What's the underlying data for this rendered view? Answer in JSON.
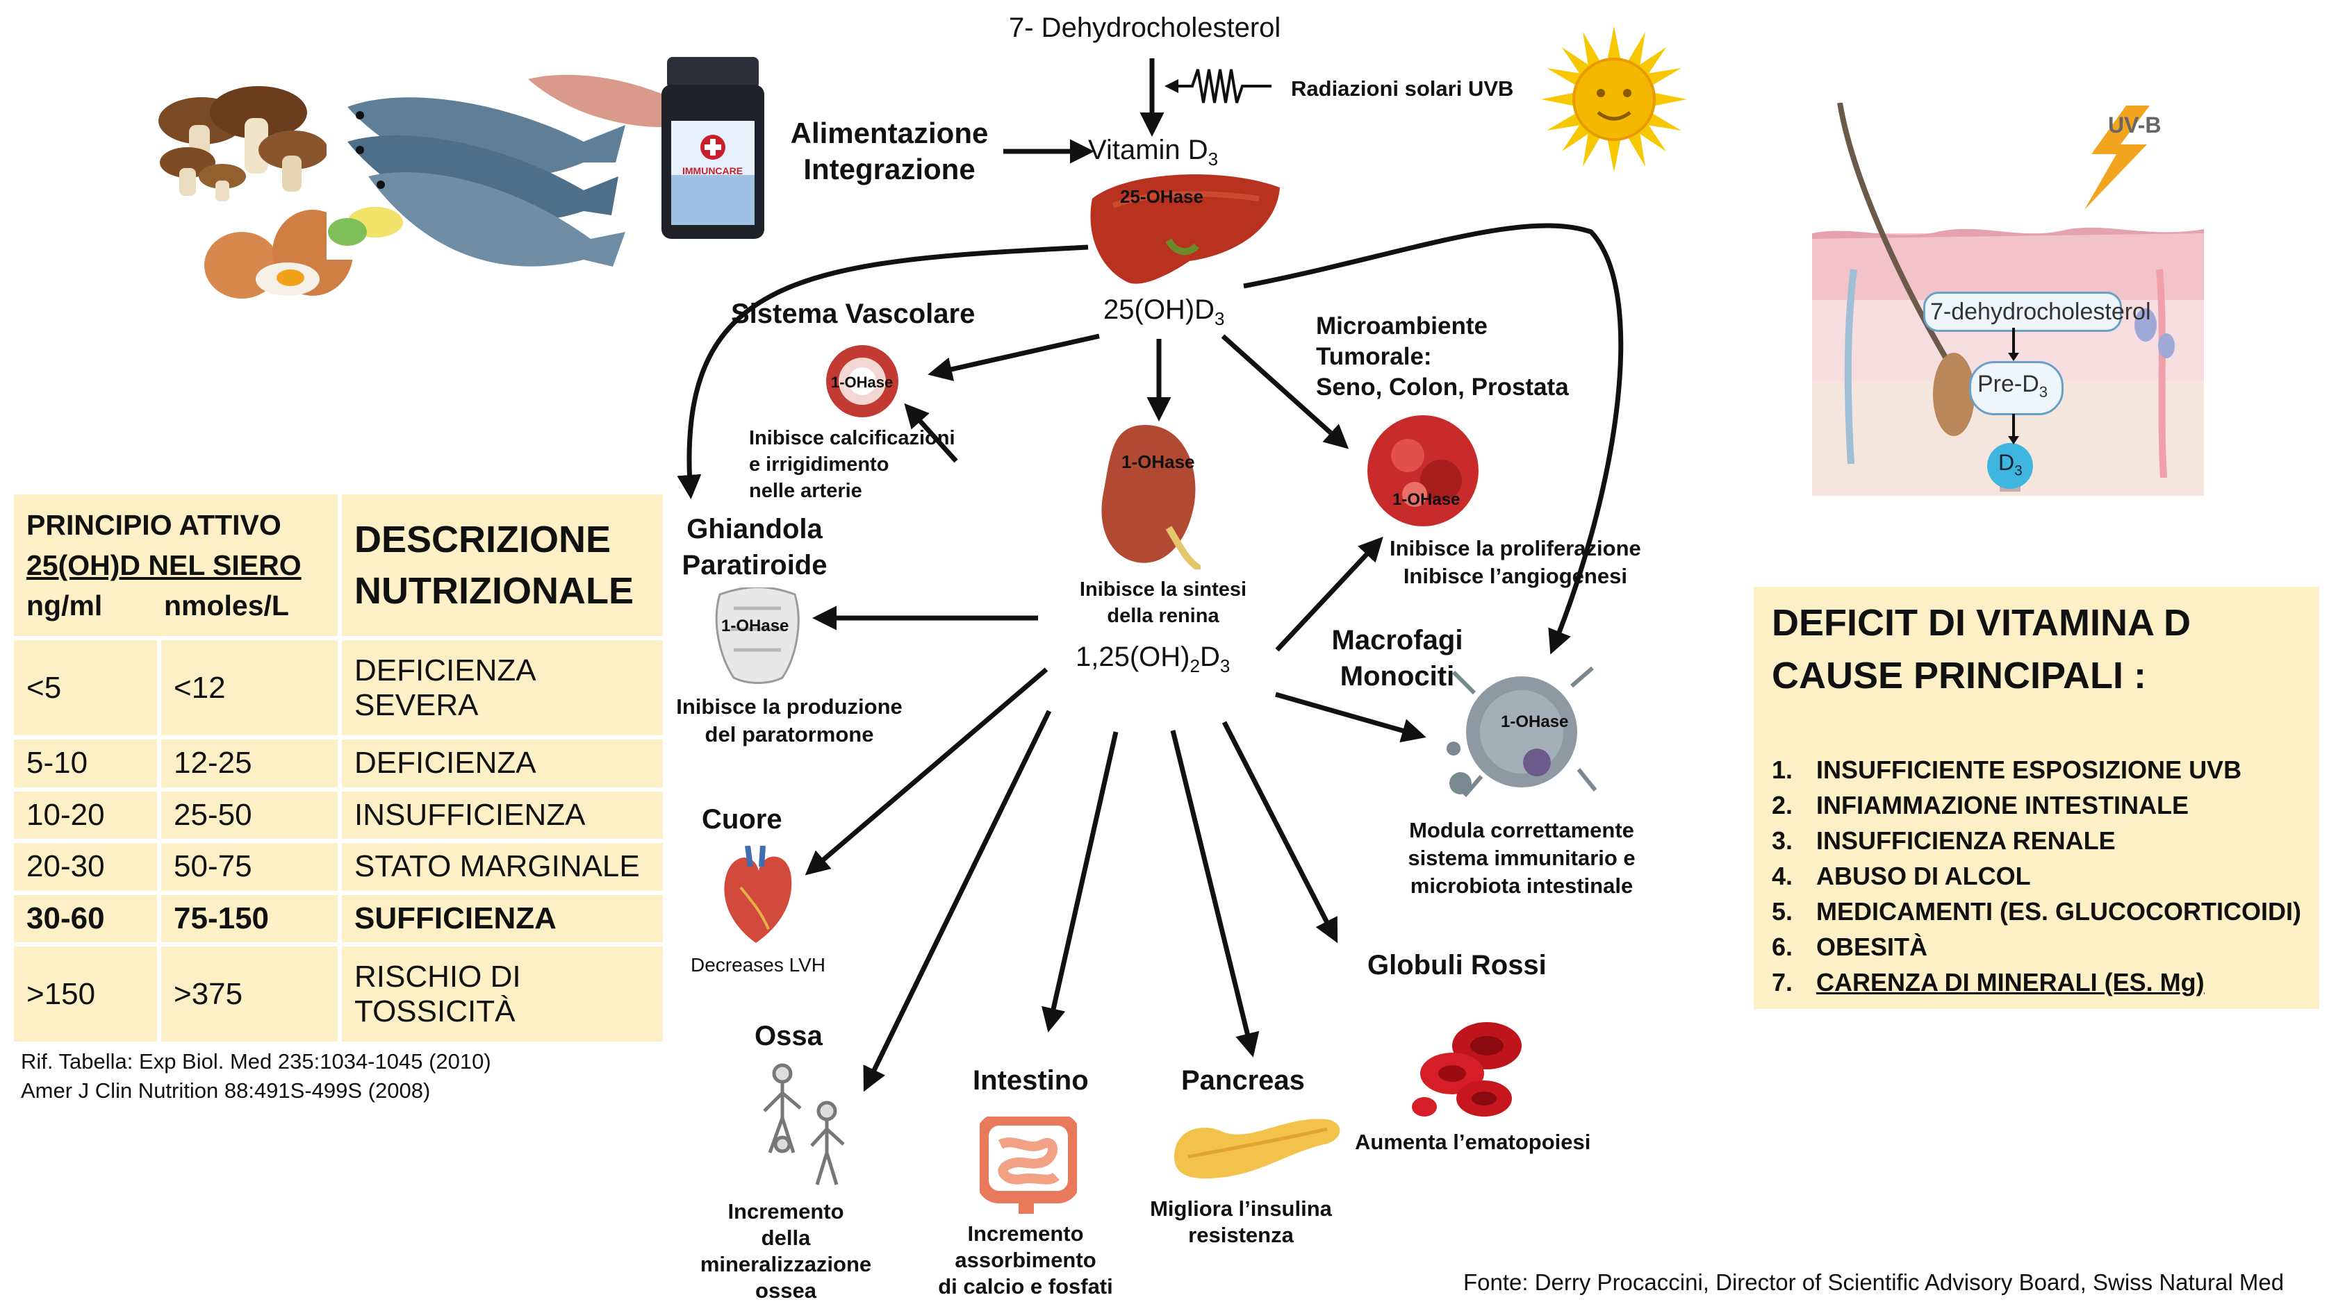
{
  "diagram": {
    "top_compound": "7- Dehydrocholesterol",
    "uvb_label": "Radiazioni solari UVB",
    "diet_label_line1": "Alimentazione",
    "diet_label_line2": "Integrazione",
    "vitamin_d3": "Vitamin D",
    "liver_enzyme": "25-OHase",
    "hydroxy_25": "25(OH)D",
    "kidney_enzyme": "1-OHase",
    "kidney_note_line1": "Inibisce la sintesi",
    "kidney_note_line2": "della renina",
    "calcitriol": "1,25(OH)",
    "calcitriol_tail": "D",
    "subscript_3": "3",
    "subscript_2": "2",
    "vascular": {
      "title": "Sistema Vascolare",
      "enzyme": "1-OHase",
      "note_line1": "Inibisce calcificazioni",
      "note_line2": "e irrigidimento",
      "note_line3": "nelle arterie"
    },
    "tumor": {
      "title_line1": "Microambiente",
      "title_line2": "Tumorale:",
      "title_line3": "Seno, Colon, Prostata",
      "enzyme": "1-OHase",
      "note_line1": "Inibisce la proliferazione",
      "note_line2": "Inibisce l’angiogenesi"
    },
    "parathyroid": {
      "title_line1": "Ghiandola",
      "title_line2": "Paratiroide",
      "enzyme": "1-OHase",
      "note_line1": "Inibisce la produzione",
      "note_line2": "del paratormone"
    },
    "macrophage": {
      "title_line1": "Macrofagi",
      "title_line2": "Monociti",
      "enzyme": "1-OHase",
      "note_line1": "Modula correttamente",
      "note_line2": "sistema immunitario e",
      "note_line3": "microbiota intestinale"
    },
    "heart": {
      "title": "Cuore",
      "note": "Decreases LVH"
    },
    "red_cells": {
      "title": "Globuli Rossi",
      "note": "Aumenta l’ematopoiesi"
    },
    "bones": {
      "title": "Ossa",
      "note_line1": "Incremento",
      "note_line2": "della",
      "note_line3": "mineralizzazione",
      "note_line4": "ossea"
    },
    "intestine": {
      "title": "Intestino",
      "note_line1": "Incremento",
      "note_line2": "assorbimento",
      "note_line3": "di calcio e fosfati"
    },
    "pancreas": {
      "title": "Pancreas",
      "note_line1": "Migliora l’insulina",
      "note_line2": "resistenza"
    },
    "skin_inset": {
      "uvb": "UV-B",
      "compound": "7-dehydrocholesterol",
      "pre": "Pre-D",
      "d3": "D"
    },
    "supplement_label": "IMMUNCARE"
  },
  "table": {
    "header_col1_line1": "PRINCIPIO ATTIVO",
    "header_col1_line2": "25(OH)D NEL SIERO",
    "unit_ng": "ng/ml",
    "unit_nmol": "nmoles/L",
    "header_col2_line1": "DESCRIZIONE",
    "header_col2_line2": "NUTRIZIONALE",
    "rows": [
      {
        "ng": "<5",
        "nmol": "<12",
        "desc": "DEFICIENZA SEVERA"
      },
      {
        "ng": "5-10",
        "nmol": "12-25",
        "desc": "DEFICIENZA"
      },
      {
        "ng": "10-20",
        "nmol": "25-50",
        "desc": "INSUFFICIENZA"
      },
      {
        "ng": "20-30",
        "nmol": "50-75",
        "desc": "STATO MARGINALE"
      },
      {
        "ng": "30-60",
        "nmol": "75-150",
        "desc": "SUFFICIENZA"
      },
      {
        "ng": ">150",
        "nmol": ">375",
        "desc": "RISCHIO DI TOSSICITÀ"
      }
    ],
    "ref_line1": "Rif. Tabella: Exp Biol. Med 235:1034-1045 (2010)",
    "ref_line2": "Amer J Clin Nutrition 88:491S-499S (2008)"
  },
  "deficit": {
    "title_line1": "DEFICIT DI VITAMINA D",
    "title_line2": "CAUSE PRINCIPALI :",
    "items": [
      "INSUFFICIENTE ESPOSIZIONE UVB",
      "INFIAMMAZIONE INTESTINALE",
      "INSUFFICIENZA RENALE",
      "ABUSO DI ALCOL",
      "MEDICAMENTI (ES. GLUCOCORTICOIDI)",
      "OBESITÀ",
      "CARENZA DI MINERALI (ES. Mg)"
    ],
    "numbers": [
      "1.",
      "2.",
      "3.",
      "4.",
      "5.",
      "6.",
      "7."
    ]
  },
  "source": "Fonte: Derry Procaccini, Director of Scientific Advisory Board, Swiss Natural Med",
  "colors": {
    "table_fill": "#fdf0c6",
    "liver": "#b8321f",
    "kidney": "#b24a33",
    "sun": "#f5c400",
    "uvb_bolt": "#f3a41f",
    "skin": "#f3c9cf"
  }
}
